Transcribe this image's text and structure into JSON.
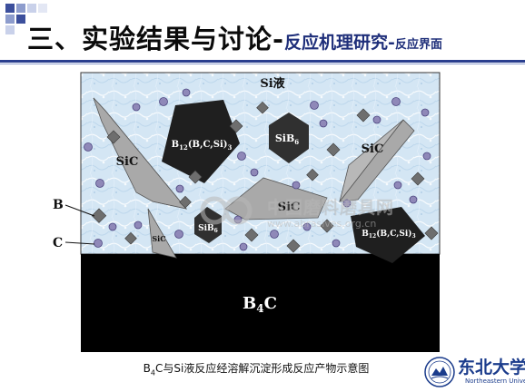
{
  "title": {
    "main": "三、实验结果与讨论-",
    "sub1": "反应机理研究-",
    "sub2": "反应界面"
  },
  "diagram": {
    "si_liquid": "Si液",
    "b4c": "B",
    "b4c_sub": "4",
    "b4c_tail": "C",
    "side_label_b": "B",
    "side_label_c": "C",
    "sic_1": "SiC",
    "sic_2": "SiC",
    "sic_3": "SiC",
    "sic_small": "SiC",
    "sib6_1": "SiB",
    "sib6_1_sub": "6",
    "sib6_2": "SiB",
    "sib6_2_sub": "6",
    "b12_1": {
      "pre": "B",
      "sub": "12",
      "post": "(B,C,Si)",
      "sub2": "3"
    },
    "b12_2": {
      "pre": "B",
      "sub": "12",
      "post": "(B,C,Si)",
      "sub2": "3"
    }
  },
  "caption": {
    "pre": "B",
    "sub": "4",
    "post": "C与Si液反应经溶解沉淀形成反应产物示意图"
  },
  "watermark": {
    "text": "中国磨料磨具网",
    "url": "www.abrasives.org.cn"
  },
  "logo": {
    "text": "东北大学",
    "en": "Northeastern University"
  },
  "colors": {
    "liquid": "#d4e6f4",
    "title_accent": "#1f2f7a",
    "rule": "#2a3f8f"
  }
}
